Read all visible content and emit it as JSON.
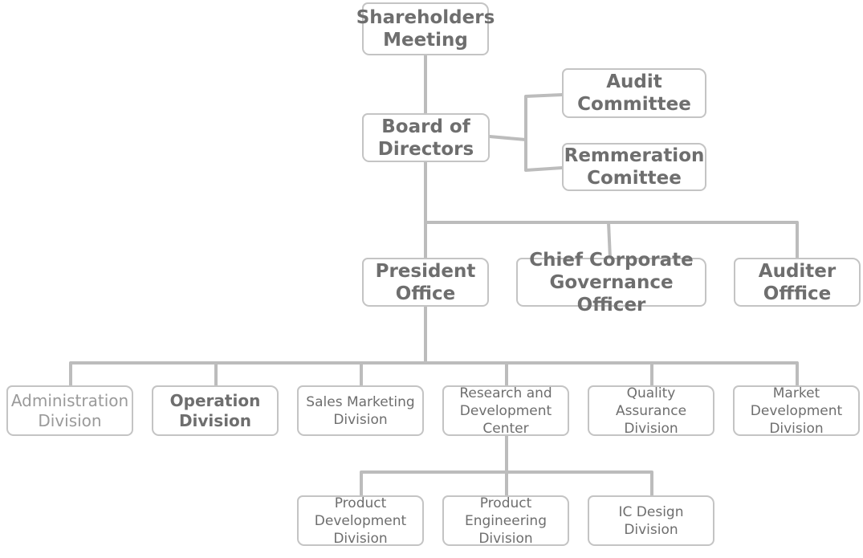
{
  "nodes": {
    "shareholders": "Shareholders\nMeeting",
    "board": "Board of\nDirectors",
    "audit_committee": "Audit\nCommittee",
    "remmeration": "Remmeration\nComittee",
    "president": "President\nOffice",
    "chief_governance": "Chief Corporate\nGovernance Officer",
    "auditer": "Auditer\nOfffice",
    "administration": "Administration\nDivision",
    "operation": "Operation\nDivision",
    "sales_marketing": "Sales Marketing\nDivision",
    "rnd_center": "Research and\nDevelopment\nCenter",
    "quality_assurance": "Quality\nAssurance\nDivision",
    "market_development": "Market\nDevelopment\nDivision",
    "product_development": "Product\nDevelopment\nDivision",
    "product_engineering": "Product\nEngineering\nDivision",
    "ic_design": "IC Design\nDivision"
  },
  "colors": {
    "line": "#bcbcbc",
    "border": "#c4c4c4",
    "text": "#6e6e6e",
    "text_light": "#9a9a9a"
  }
}
